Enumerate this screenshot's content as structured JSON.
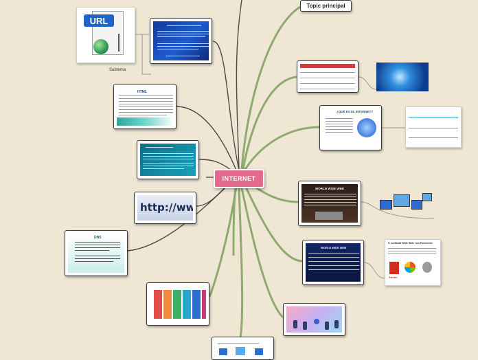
{
  "central_topic": "INTERNET",
  "topic_label": "Topic principal",
  "subtopic_label": "Subtema",
  "url_icon_text": "URL",
  "images": {
    "que_es_title": "¿QUÉ ES EL INTERNET?",
    "www_title": "WORLD WIDE WEB",
    "www_slide_title": "WORLD WIDE WEB",
    "http_text": "http://ww",
    "html_title": "HTML",
    "dns_title": "DNS",
    "www_browser_title": "5. La World Wide Web: sus Funciones",
    "adobe_label": "Adobe"
  },
  "colors": {
    "background": "#efe7d3",
    "central": "#e46a8d",
    "branch": "#8faa6e",
    "dark_branch": "#444444"
  }
}
